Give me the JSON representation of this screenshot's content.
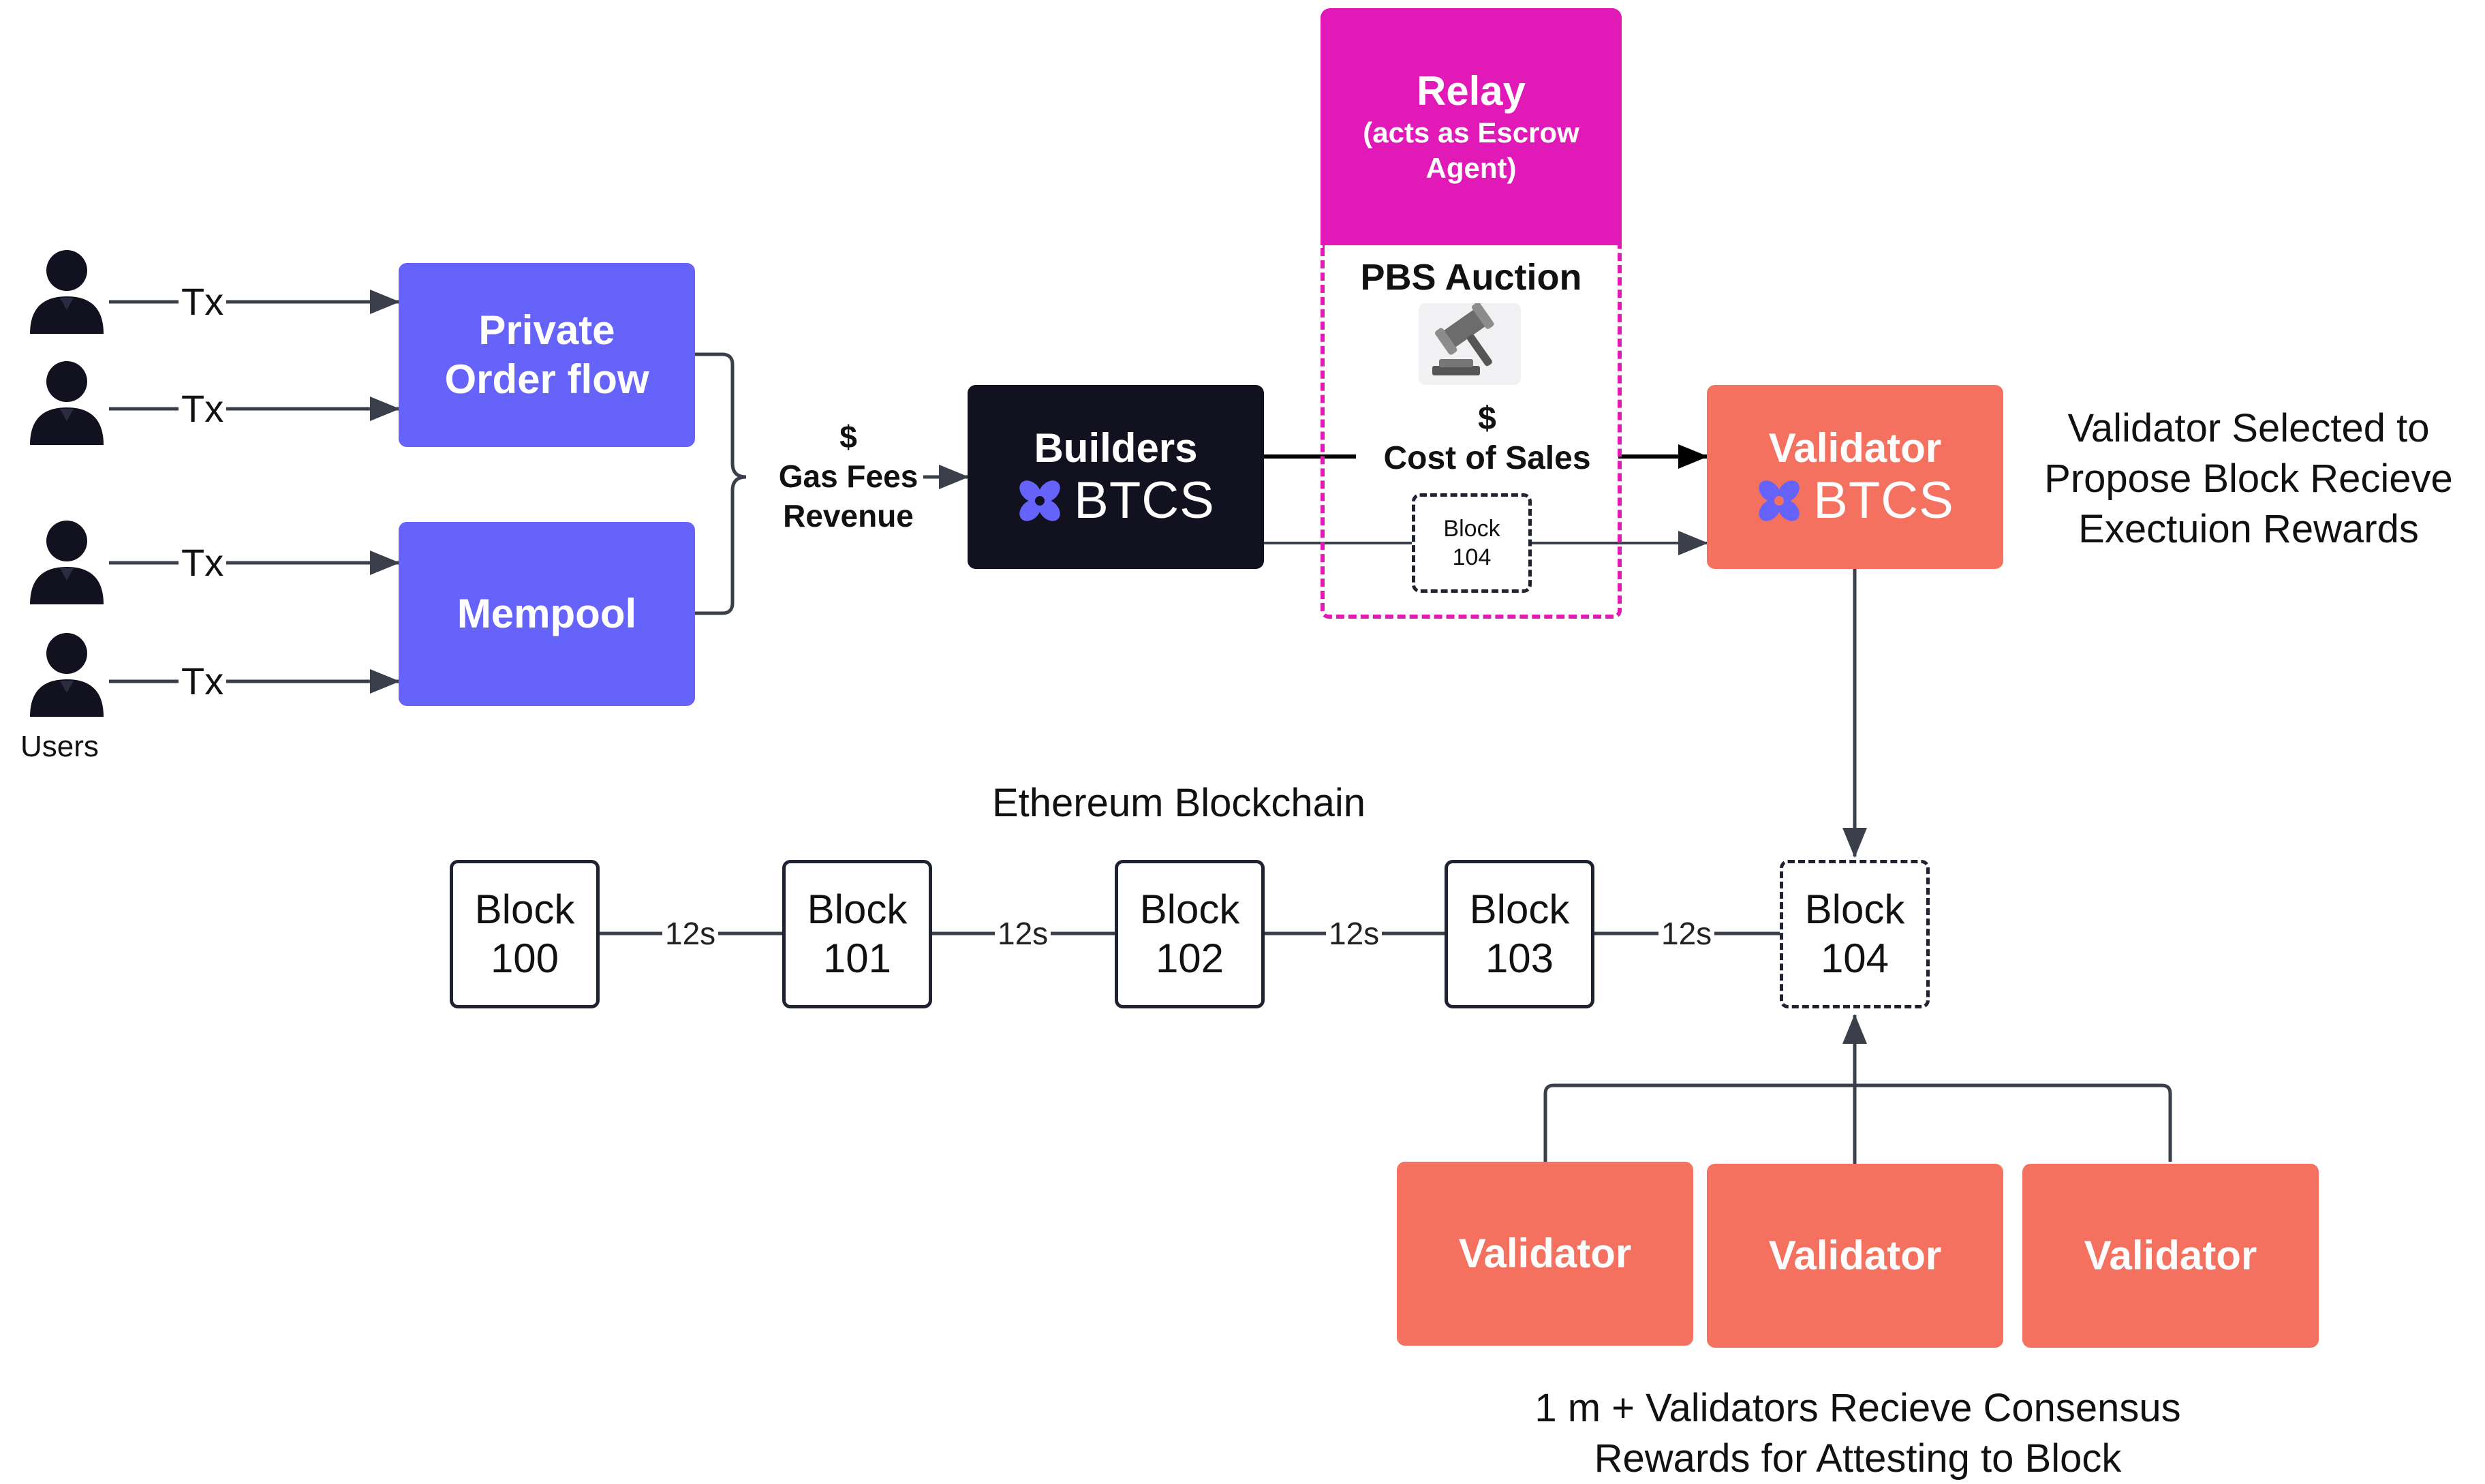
{
  "users": {
    "label": "Users",
    "tx_labels": [
      "Tx",
      "Tx",
      "Tx",
      "Tx"
    ]
  },
  "private_order_flow": {
    "label_line1": "Private",
    "label_line2": "Order flow"
  },
  "mempool": {
    "label": "Mempool"
  },
  "gas_fees": {
    "symbol": "$",
    "line1": "Gas Fees",
    "line2": "Revenue"
  },
  "builders": {
    "title": "Builders",
    "brand": "BTCS"
  },
  "relay": {
    "title": "Relay",
    "subtitle_line1": "(acts as Escrow",
    "subtitle_line2": "Agent)"
  },
  "pbs_auction": {
    "title": "PBS Auction",
    "symbol": "$",
    "cost_label": "Cost of Sales"
  },
  "auction_block": {
    "line1": "Block",
    "line2": "104"
  },
  "validator_main": {
    "title": "Validator",
    "brand": "BTCS"
  },
  "validator_note": {
    "line1": "Validator Selected to",
    "line2": "Propose Block Recieve",
    "line3": "Exectuion Rewards"
  },
  "blockchain": {
    "title": "Ethereum Blockchain",
    "blocks": [
      {
        "line1": "Block",
        "line2": "100"
      },
      {
        "line1": "Block",
        "line2": "101"
      },
      {
        "line1": "Block",
        "line2": "102"
      },
      {
        "line1": "Block",
        "line2": "103"
      },
      {
        "line1": "Block",
        "line2": "104"
      }
    ],
    "intervals": [
      "12s",
      "12s",
      "12s",
      "12s"
    ]
  },
  "attesters": {
    "labels": [
      "Validator",
      "Validator",
      "Validator"
    ],
    "caption_line1": "1 m + Validators Recieve Consensus",
    "caption_line2": "Rewards for Attesting to Block"
  },
  "colors": {
    "purple": "#6663fb",
    "dark": "#11111f",
    "salmon": "#f47160",
    "magenta": "#e019b7",
    "btcs_logo": "#6663fb"
  },
  "icons": {
    "user": "person-silhouette-icon",
    "gavel": "gavel-icon",
    "btcs": "btcs-logo-icon"
  }
}
